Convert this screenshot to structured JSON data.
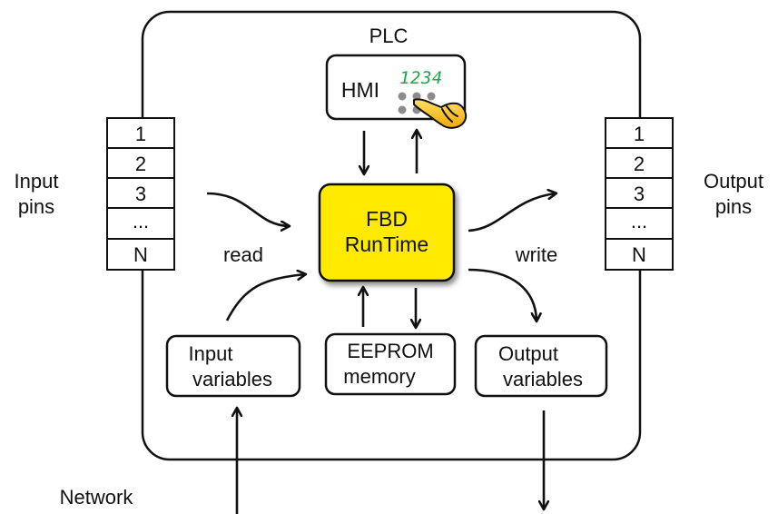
{
  "plc": {
    "title": "PLC"
  },
  "hmi": {
    "label": "HMI",
    "display_value": "1234"
  },
  "fbd": {
    "line1": "FBD",
    "line2": "RunTime",
    "fill_color": "#ffea00"
  },
  "input_pins": {
    "label_line1": "Input",
    "label_line2": "pins",
    "cells": [
      "1",
      "2",
      "3",
      "...",
      "N"
    ]
  },
  "output_pins": {
    "label_line1": "Output",
    "label_line2": "pins",
    "cells": [
      "1",
      "2",
      "3",
      "...",
      "N"
    ]
  },
  "flows": {
    "read": "read",
    "write": "write"
  },
  "boxes": {
    "input_variables": {
      "line1": "Input",
      "line2": "variables"
    },
    "eeprom": {
      "line1": "EEPROM",
      "line2": "memory"
    },
    "output_variables": {
      "line1": "Output",
      "line2": "variables"
    }
  },
  "network": {
    "label": "Network"
  },
  "icons": {
    "hand": "pointing-hand-icon"
  }
}
